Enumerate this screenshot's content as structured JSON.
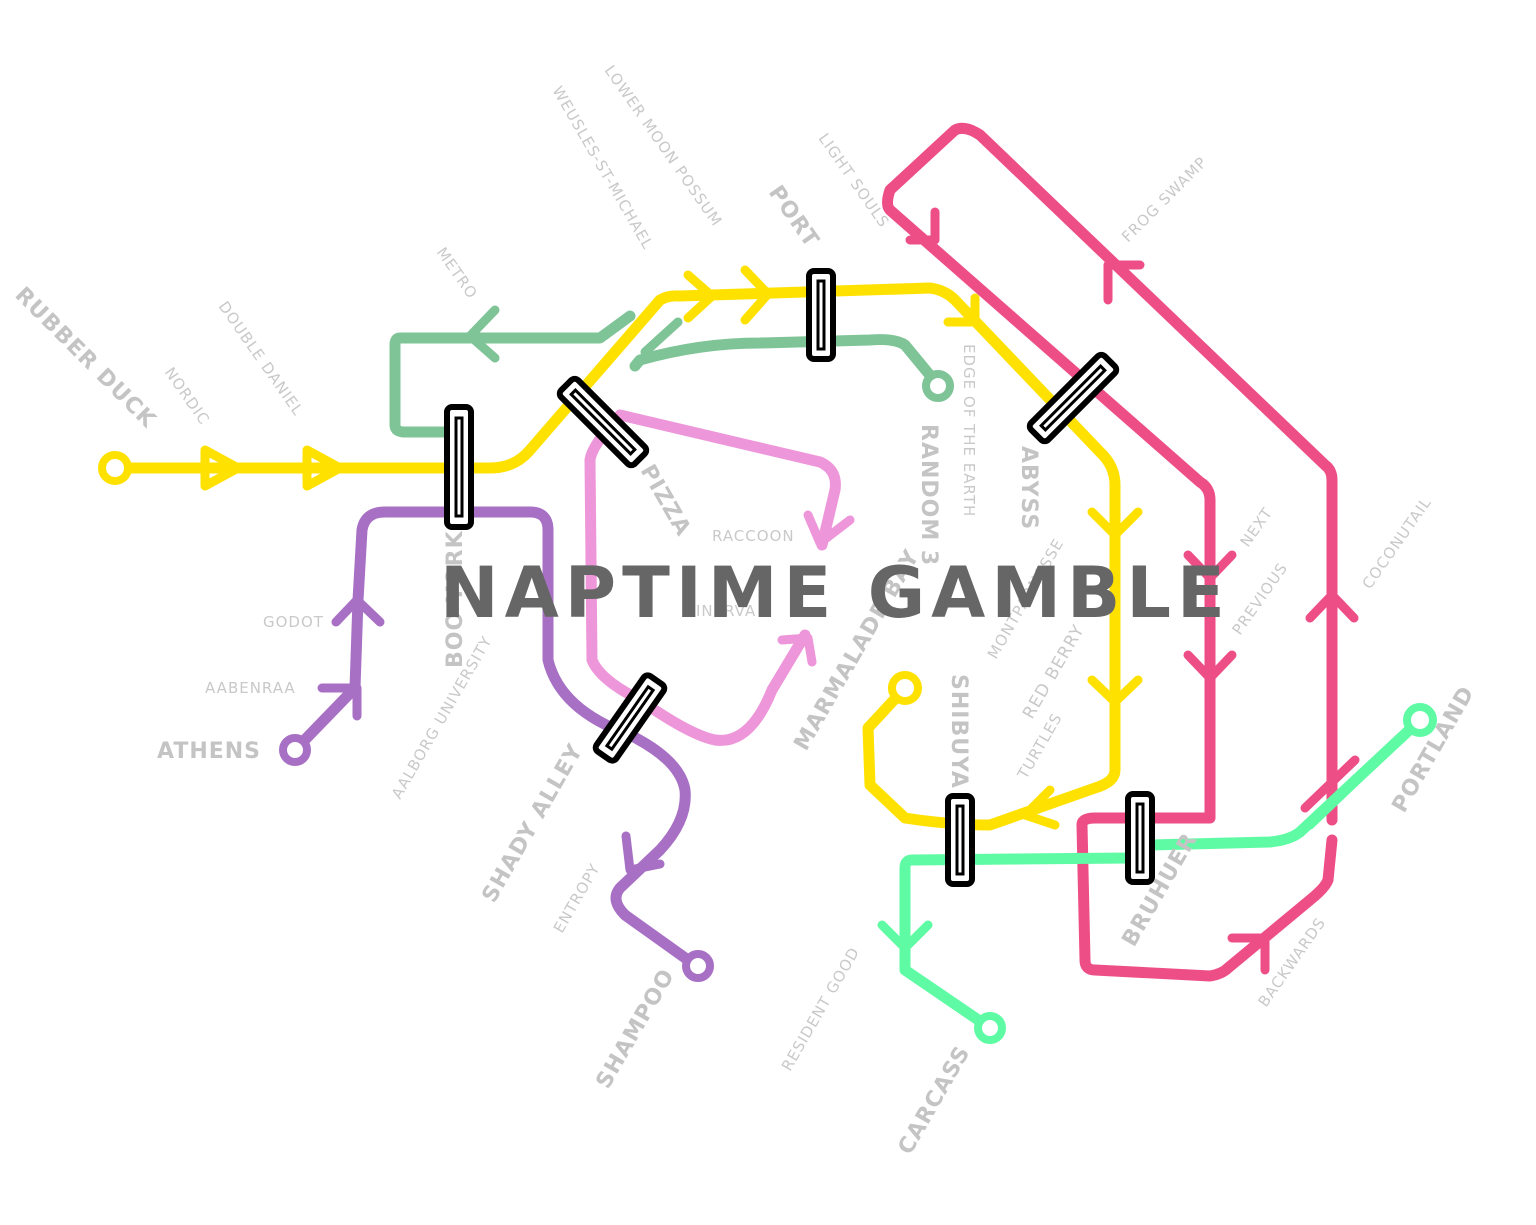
{
  "title": "NAPTIME GAMBLE",
  "colors": {
    "yellow": "#FFE100",
    "green": "#7FC497",
    "purple": "#A870C4",
    "pink": "#EE96DA",
    "red": "#EE4E86",
    "mint": "#5EFBA4",
    "label": "#C9C9C9",
    "title": "#666666",
    "transfer": "#000000"
  },
  "stations": {
    "rubber_duck": "RUBBER DUCK",
    "nordic": "NORDIC",
    "double_daniel": "DOUBLE DANIEL",
    "metro": "METRO",
    "weusles": "WEUSLES-ST-MICHAEL",
    "lower_moon": "LOWER MOON POSSUM",
    "port": "PORT",
    "light_souls": "LIGHT SOULS",
    "frog_swamp": "FROG SWAMP",
    "edge_of_earth": "EDGE OF THE EARTH",
    "random3": "RANDOM 3",
    "abyss": "ABYSS",
    "pizza": "PIZZA",
    "raccoon": "RACCOON",
    "minerva": "MINERVA",
    "godot": "GODOT",
    "aabenraa": "AABENRAA",
    "athens": "ATHENS",
    "boo_york": "BOO YORK",
    "aalborg": "AALBORG UNIVERSITY",
    "shady_alley": "SHADY ALLEY",
    "entropy": "ENTROPY",
    "shampoo": "SHAMPOO",
    "marmalade": "MARMALADE BAY",
    "montparnasse": "MONTPARNASSE",
    "red_berry": "RED BERRY",
    "turtles": "TURTLES",
    "shibuya": "SHIBUYA",
    "resident_good": "RESIDENT GOOD",
    "carcass": "CARCASS",
    "next": "NEXT",
    "previous": "PREVIOUS",
    "coconutail": "COCONUTAIL",
    "portland": "PORTLAND",
    "bruhuer": "BRUHUER",
    "backwards": "BACKWARDS"
  },
  "icons": {
    "terminus": "open-circle-terminus-icon",
    "transfer": "black-bar-transfer-icon",
    "direction": "chevron-arrow-icon"
  }
}
